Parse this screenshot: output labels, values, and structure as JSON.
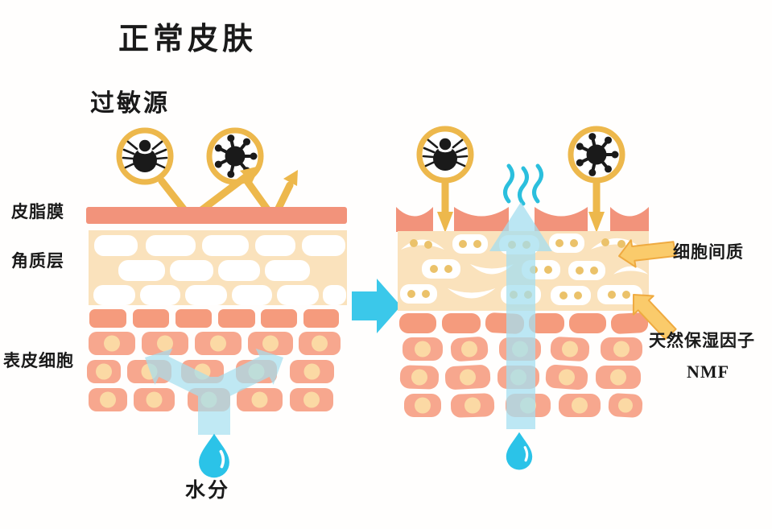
{
  "title": "正常皮肤",
  "allergen_label": "过敏源",
  "left_diagram": {
    "layer_labels": {
      "sebum_film": "皮脂膜",
      "stratum_corneum": "角质层",
      "epidermal_cells": "表皮细胞"
    },
    "water_label": "水分"
  },
  "right_diagram": {
    "annotations": {
      "intercellular_matrix": "细胞间质",
      "nmf_cn": "天然保湿因子",
      "nmf_en": "NMF"
    }
  },
  "icons": {
    "mite": "mite-allergen-icon",
    "microbe": "microbe-allergen-icon",
    "droplet": "water-droplet-icon",
    "steam": "evaporation-waves-icon",
    "bounce_arrows": "allergen-bounce-arrow",
    "penetrate_arrows": "allergen-penetrate-arrow",
    "transition": "transition-right-arrow"
  },
  "colors": {
    "salmon": "#F2937B",
    "brick": "#F59B7D",
    "brickLight": "#F7A78E",
    "peach": "#FAE2BC",
    "nucleus": "#FBD9A4",
    "dot": "#EBC26A",
    "gold": "#EDB84C",
    "cyan": "#3BC8EA",
    "waterLight": "#A5DFF0",
    "steam": "#2BBFDD",
    "droplet": "#2BC3E8",
    "yellowArrowFill": "#FACB6B",
    "yellowArrowStroke": "#EFAA40",
    "ink": "#1A1A1A"
  }
}
